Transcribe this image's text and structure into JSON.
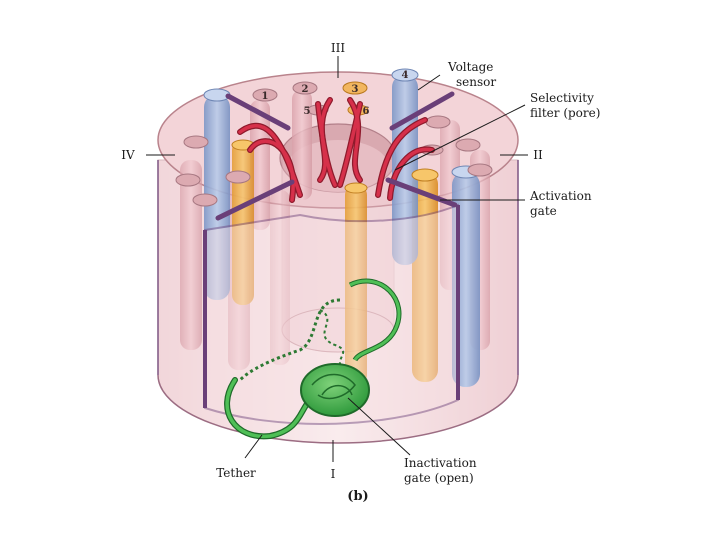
{
  "diagram": {
    "domains": {
      "top": "III",
      "left": "IV",
      "right": "II",
      "bottom": "I"
    },
    "segments": [
      "1",
      "2",
      "3",
      "4",
      "5",
      "6"
    ],
    "labels": {
      "voltage_sensor": [
        "Voltage",
        "sensor"
      ],
      "selectivity_filter": [
        "Selectivity",
        "filter (pore)"
      ],
      "activation_gate": [
        "Activation",
        "gate"
      ],
      "tether": "Tether",
      "inactivation_gate": [
        "Inactivation",
        "gate (open)"
      ]
    },
    "caption": "(b)",
    "colors": {
      "membrane": "#f2cfd3",
      "membrane_edge": "#7a4f86",
      "voltage_sensor": "#9fb4dc",
      "activation_helix": "#f0b049",
      "selectivity_loop": "#d6304a",
      "inactivation_gate": "#3fae4a"
    }
  }
}
